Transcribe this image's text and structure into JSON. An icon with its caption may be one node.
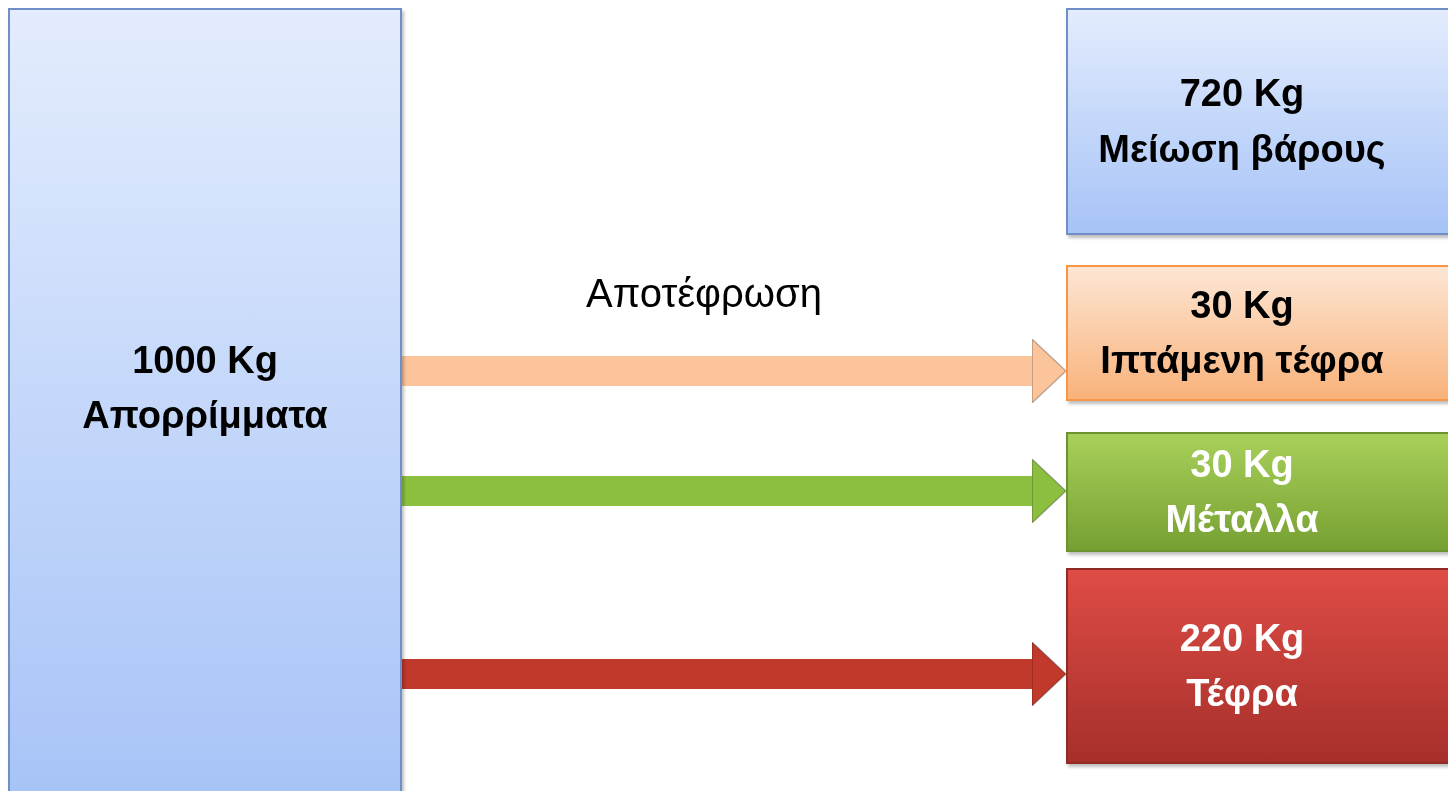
{
  "diagram": {
    "nodes": [
      {
        "text": [
          "1000 Kg",
          "Απορρίμματα"
        ]
      },
      {
        "text": [
          "720 Kg",
          "Μείωση βάρους"
        ]
      },
      {
        "text": [
          "30 Kg",
          "Ιπτάμενη τέφρα"
        ]
      },
      {
        "text": [
          "30 Kg",
          "Μέταλλα"
        ]
      },
      {
        "text": [
          "220 Kg",
          "Τέφρα"
        ]
      }
    ],
    "edges": [
      {
        "from": 0,
        "to": 2,
        "arrow": "to",
        "label": "Αποτέφρωση",
        "color": "#fbc49a"
      },
      {
        "from": 0,
        "to": 3,
        "arrow": "to",
        "color": "#8cbf3f"
      },
      {
        "from": 0,
        "to": 4,
        "arrow": "to",
        "color": "#c0392b"
      }
    ]
  }
}
